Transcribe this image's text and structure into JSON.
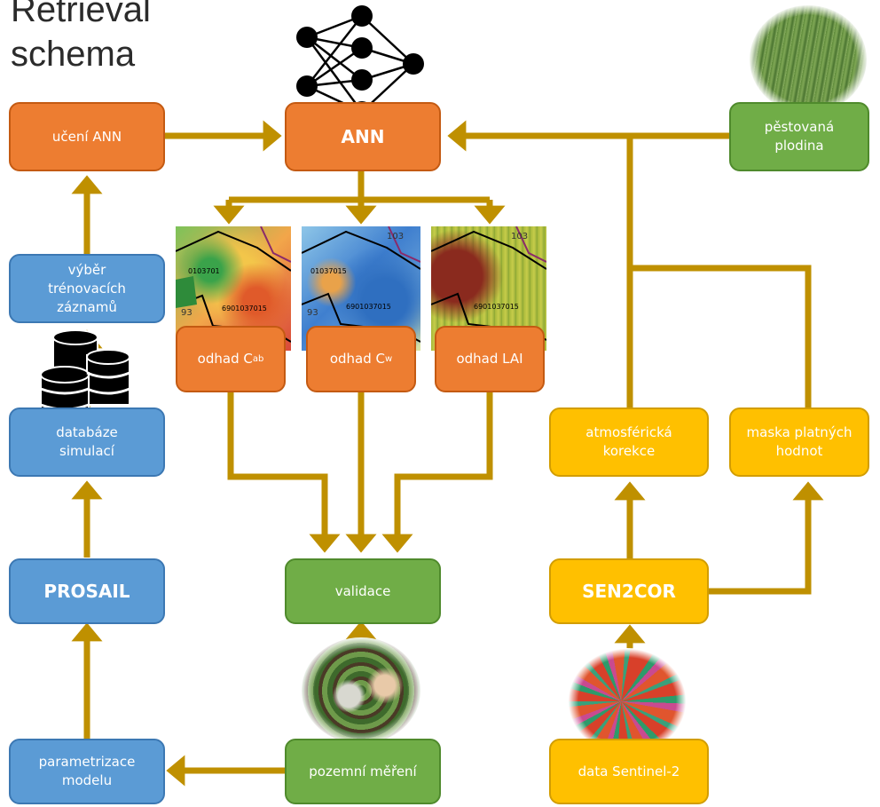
{
  "title": {
    "line1": "Retrieval",
    "line2": "schema"
  },
  "nodes": {
    "uceni_ann": "učení ANN",
    "ann": "ANN",
    "pestovana_plodina": "pěstovaná\nplodina",
    "vyber": "výběr\ntrénovacích\nzáznamů",
    "databaze": "databáze\nsimulací",
    "prosail": "PROSAIL",
    "parametrizace": "parametrizace\nmodelu",
    "odhad_cab_prefix": "odhad C",
    "odhad_cab_sub": "ab",
    "odhad_cw_prefix": "odhad C",
    "odhad_cw_sub": "w",
    "odhad_lai": "odhad LAI",
    "validace": "validace",
    "pozemni_mereni": "pozemní měření",
    "atmosfericka_korekce": "atmosférická\nkorekce",
    "maska": "maska platných\nhodnot",
    "sen2cor": "SEN2COR",
    "data_sentinel": "data Sentinel-2"
  },
  "map_labels": {
    "map1_id": "6901037015",
    "map2_id": "6901037015",
    "map3_id": "6901037015",
    "map1_top": "0103701",
    "map2_top": "01037015",
    "map3_top": "",
    "num_93": "93",
    "num_103": "103"
  },
  "colors": {
    "arrow": "#bf9000",
    "orange": "#ed7d31",
    "blue": "#5b9bd5",
    "green": "#70ad47",
    "yellow": "#ffc000"
  },
  "icons": [
    "neural-network-icon",
    "database-icon",
    "wheat-field-photo",
    "field-measurement-photo",
    "sentinel-image-icon"
  ]
}
